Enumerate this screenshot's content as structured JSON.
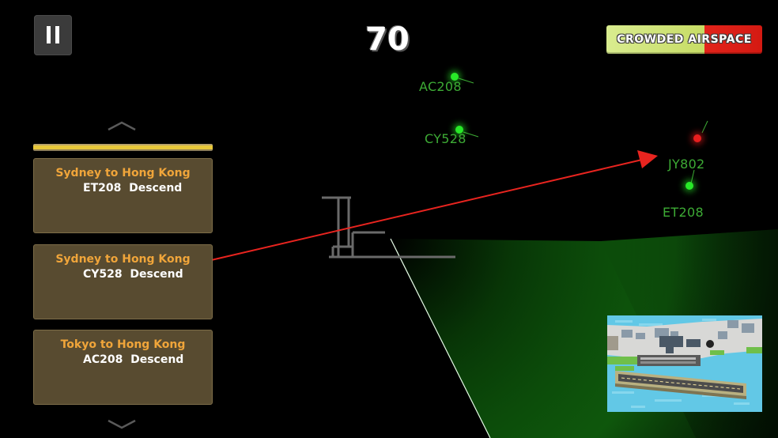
{
  "hud": {
    "score": "70",
    "status_banner": "CROWDED AIRSPACE",
    "colors": {
      "banner_ok": "#c7dc65",
      "banner_alert": "#e2231a",
      "aircraft_label": "#3dab35",
      "route_text": "#f0a53a",
      "radar_sweep": "#1fd41a",
      "selected_vector": "#e8241f"
    }
  },
  "flights": [
    {
      "route": "Sydney to Hong Kong",
      "instruction": "ET208  Descend"
    },
    {
      "route": "Sydney to Hong Kong",
      "instruction": "CY528  Descend"
    },
    {
      "route": "Tokyo to Hong Kong",
      "instruction": "AC208  Descend"
    }
  ],
  "aircraft": [
    {
      "callsign": "AC208",
      "status": "normal"
    },
    {
      "callsign": "CY528",
      "status": "normal"
    },
    {
      "callsign": "JY802",
      "status": "conflict"
    },
    {
      "callsign": "ET208",
      "status": "normal"
    }
  ],
  "icons": {
    "pause": "pause-icon",
    "scroll_up": "chevron-up-icon",
    "scroll_down": "chevron-down-icon"
  }
}
